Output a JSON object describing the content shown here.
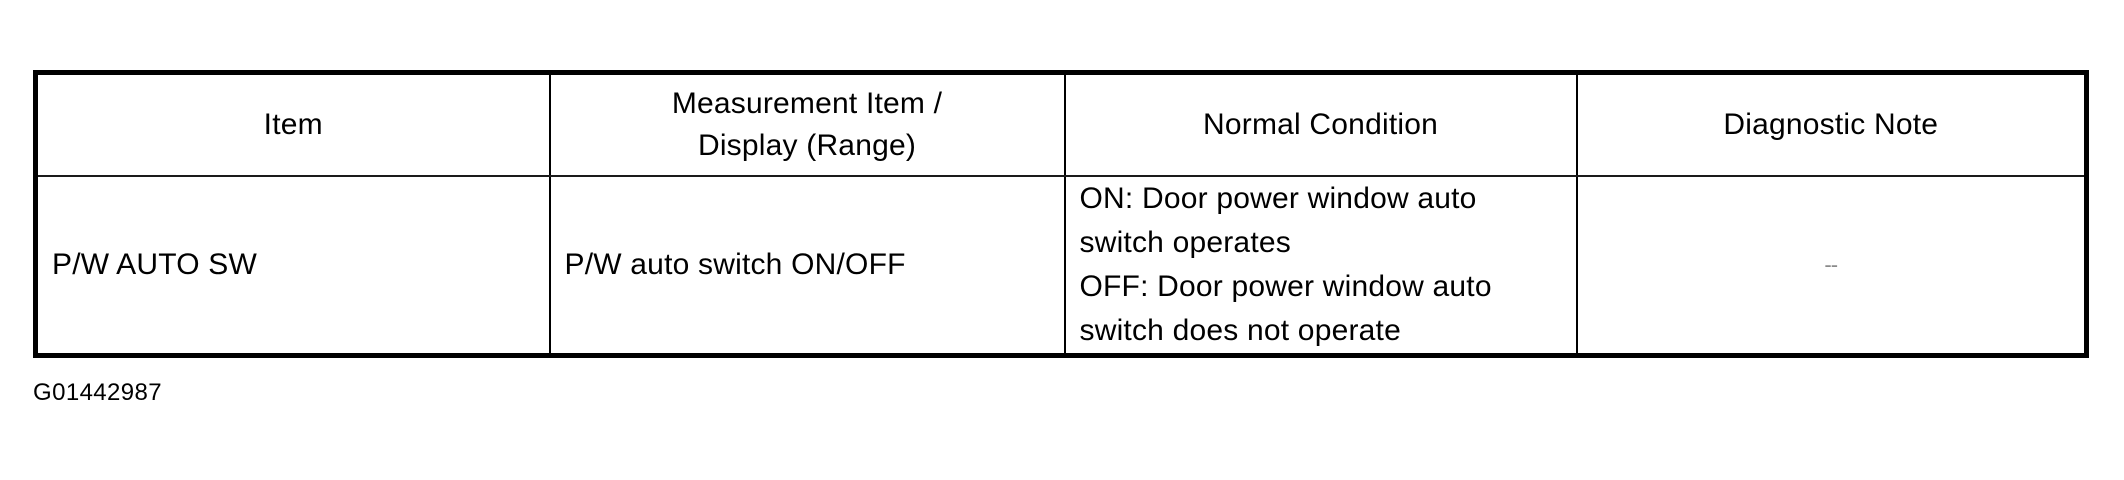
{
  "document": {
    "caption": "G01442987"
  },
  "table": {
    "headers": [
      {
        "lines": [
          "Item"
        ]
      },
      {
        "lines": [
          "Measurement Item /",
          "Display (Range)"
        ]
      },
      {
        "lines": [
          "Normal Condition"
        ]
      },
      {
        "lines": [
          "Diagnostic Note"
        ]
      }
    ],
    "rows": [
      {
        "item": "P/W AUTO SW",
        "measurement": "P/W auto switch ON/OFF",
        "normal_condition_lines": [
          "ON: Door power window auto",
          "switch operates",
          "OFF: Door power window auto",
          "switch does not operate"
        ],
        "diagnostic_note": "--"
      }
    ]
  },
  "colors": {
    "ink": "#000000",
    "paper": "#ffffff",
    "faint_mark": "#8a8a8a"
  }
}
